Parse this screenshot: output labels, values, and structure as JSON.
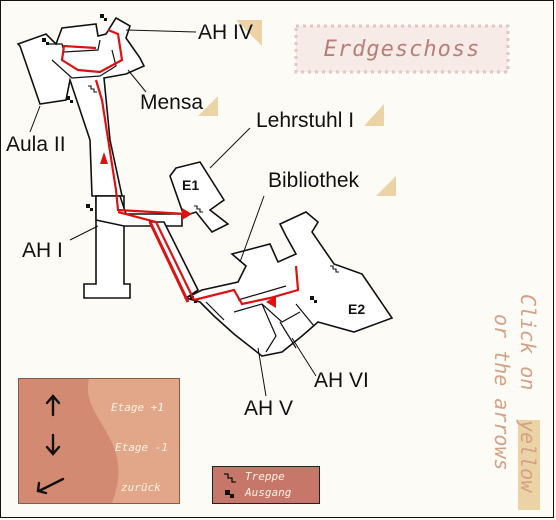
{
  "title": "Erdgeschoss",
  "hint": {
    "line1": "Click on",
    "highlight": "yellow",
    "line2": "or the arrows"
  },
  "labels": {
    "ah4": "AH IV",
    "mensa": "Mensa",
    "lehrstuhl": "Lehrstuhl I",
    "aula2": "Aula II",
    "bibliothek": "Bibliothek",
    "ah1": "AH I",
    "ah5": "AH V",
    "ah6": "AH VI",
    "e1": "E1",
    "e2": "E2"
  },
  "navigation": {
    "up": "Etage +1",
    "down": "Etage -1",
    "back": "zurück"
  },
  "legend": {
    "stairs": "Treppe",
    "exit": "Ausgang"
  },
  "colors": {
    "route": "#dd1111",
    "highlight": "#ecd3a5",
    "nav_panel": "#d38a72",
    "legend_panel": "#c7776a",
    "title_text": "#b87f7a"
  }
}
